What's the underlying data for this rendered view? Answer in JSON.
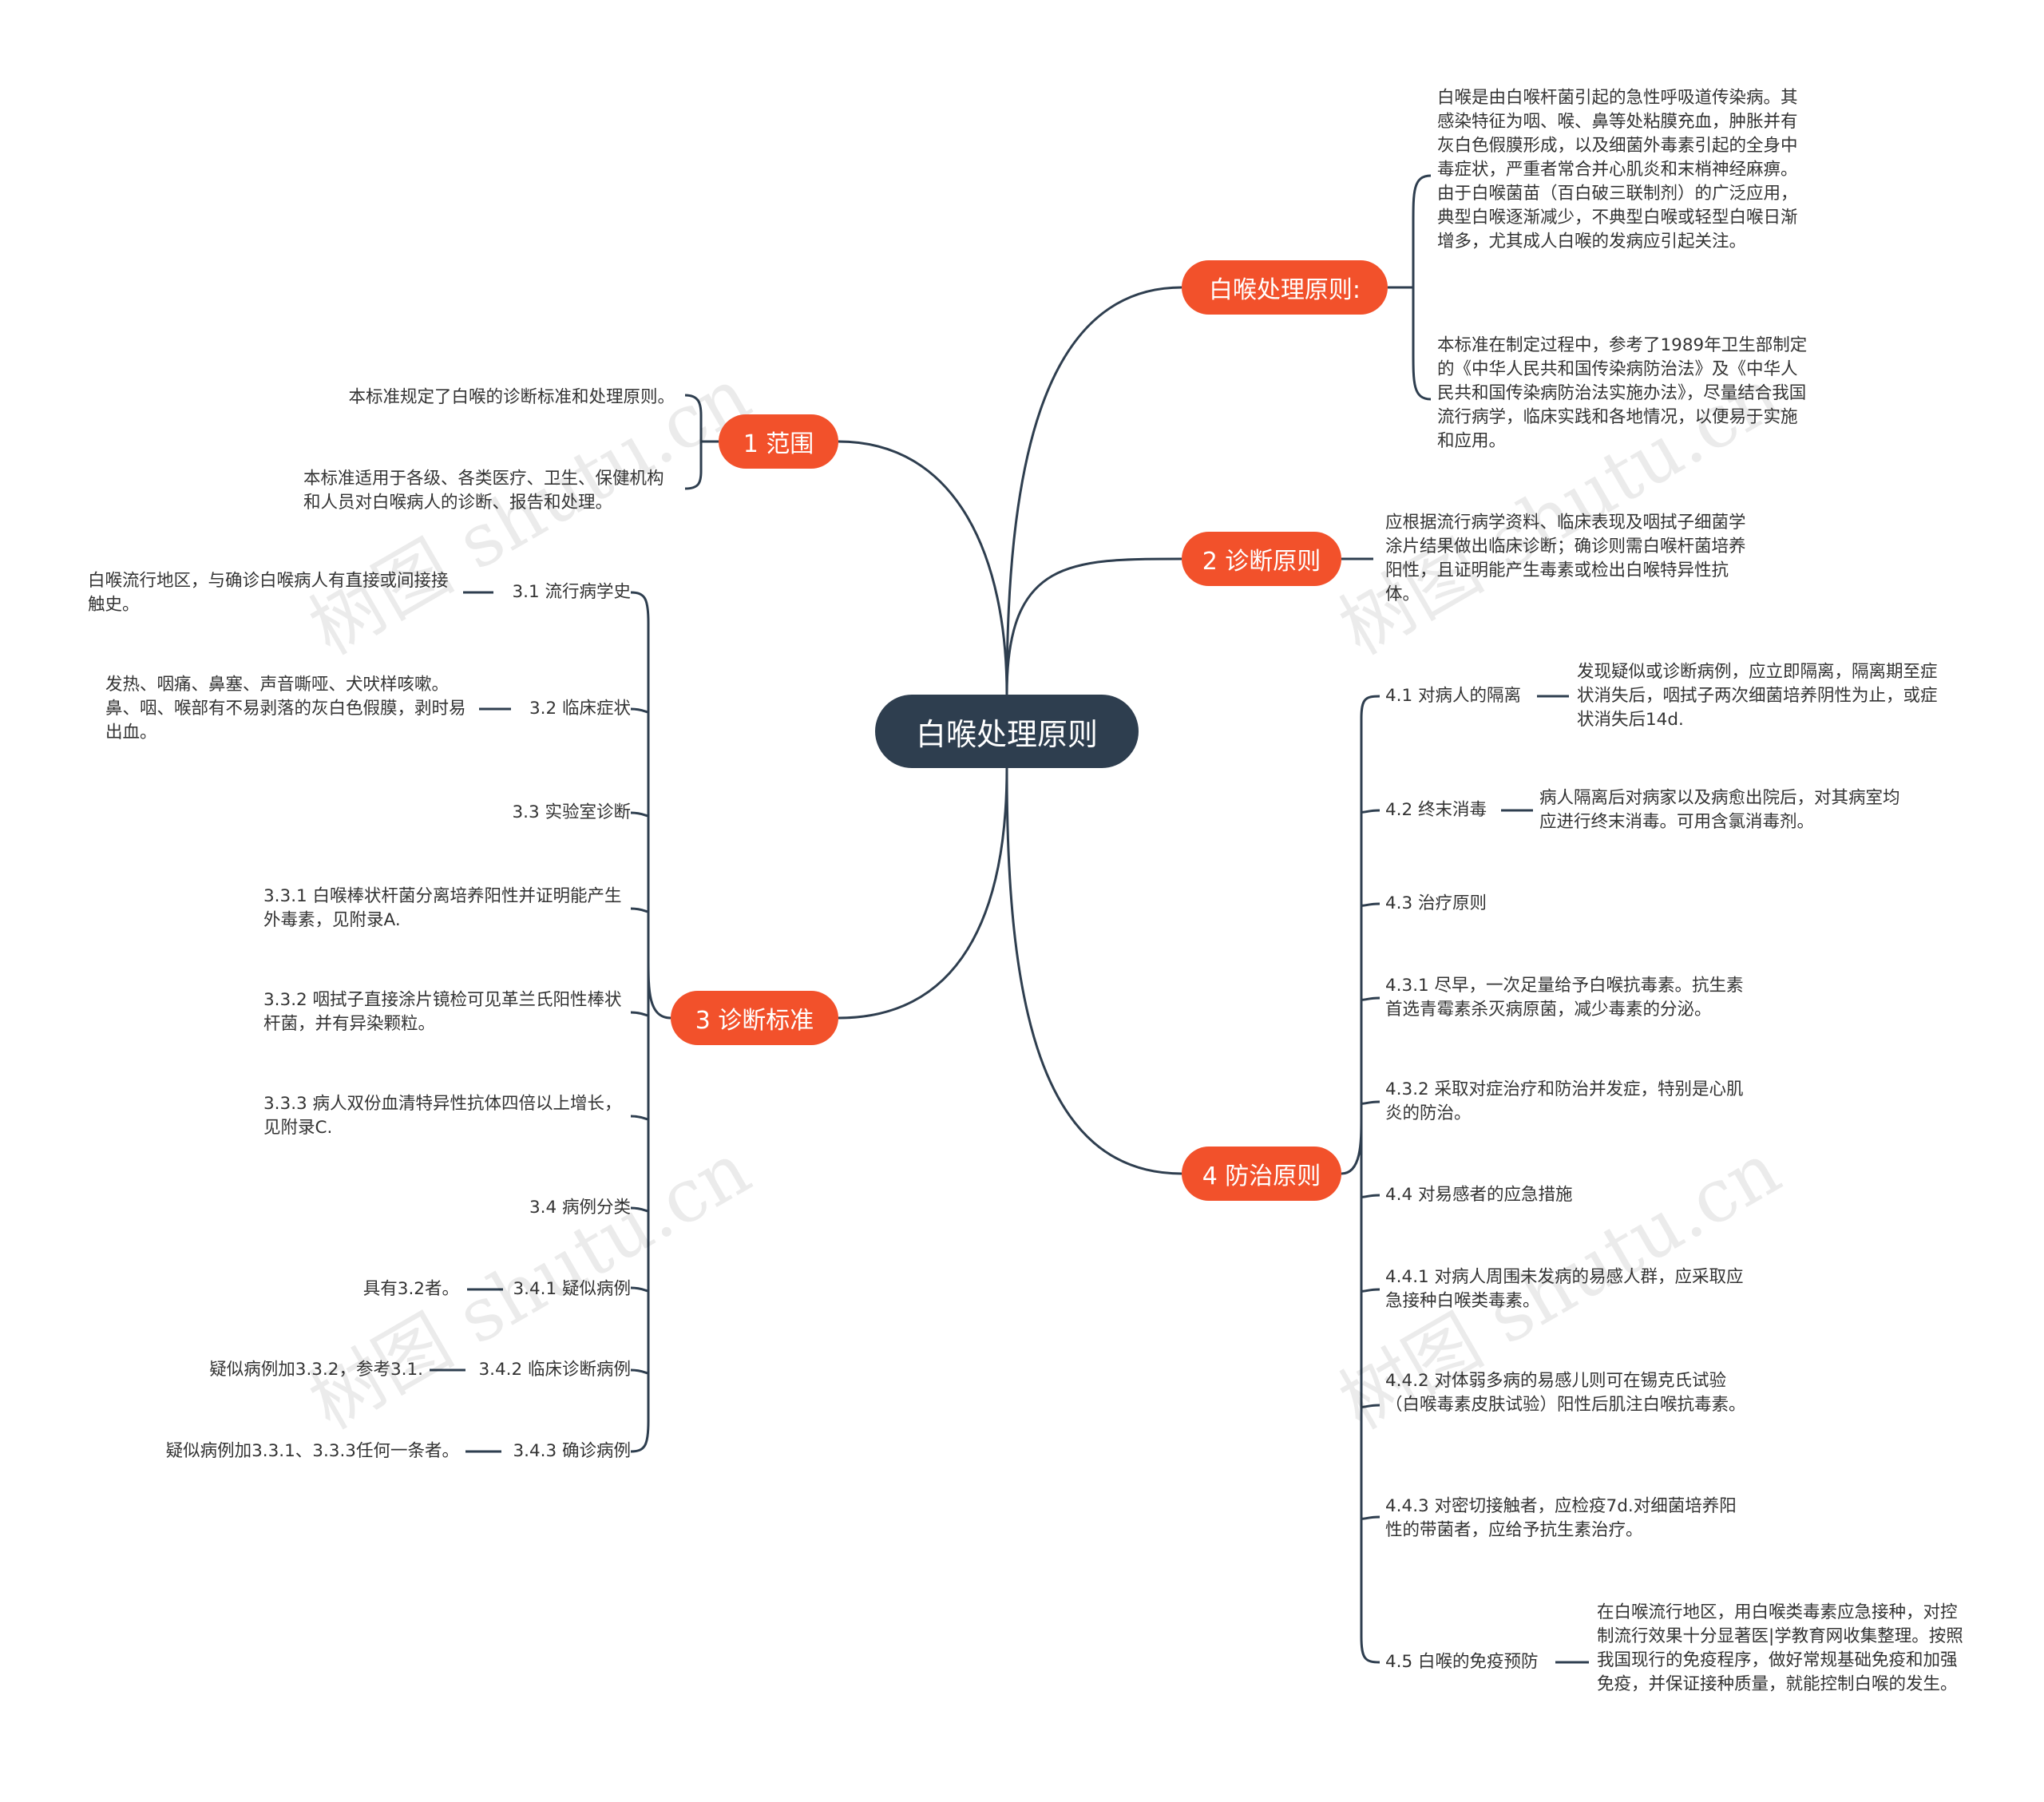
{
  "root": {
    "label": "白喉处理原则"
  },
  "branches": {
    "intro": {
      "label": "白喉处理原则:",
      "t1": "白喉是由白喉杆菌引起的急性呼吸道传染病。其感染特征为咽、喉、鼻等处粘膜充血，肿胀并有灰白色假膜形成，以及细菌外毒素引起的全身中毒症状，严重者常合并心肌炎和末梢神经麻痹。由于白喉菌苗（百白破三联制剂）的广泛应用，典型白喉逐渐减少，不典型白喉或轻型白喉日渐增多，尤其成人白喉的发病应引起关注。",
      "t2": "本标准在制定过程中，参考了1989年卫生部制定的《中华人民共和国传染病防治法》及《中华人民共和国传染病防治法实施办法》，尽量结合我国流行病学，临床实践和各地情况，以便易于实施和应用。"
    },
    "scope": {
      "label": "1 范围",
      "t1": "本标准规定了白喉的诊断标准和处理原则。",
      "t2": "本标准适用于各级、各类医疗、卫生、保健机构和人员对白喉病人的诊断、报告和处理。"
    },
    "principle": {
      "label": "2 诊断原则",
      "t1": "应根据流行病学资料、临床表现及咽拭子细菌学涂片结果做出临床诊断；确诊则需白喉杆菌培养阳性，且证明能产生毒素或检出白喉特异性抗体。"
    },
    "criteria": {
      "label": "3 诊断标准",
      "c31": "3.1 流行病学史",
      "c31d": "白喉流行地区，与确诊白喉病人有直接或间接接触史。",
      "c32": "3.2 临床症状",
      "c32d": "发热、咽痛、鼻塞、声音嘶哑、犬吠样咳嗽。鼻、咽、喉部有不易剥落的灰白色假膜，剥时易出血。",
      "c33": "3.3 实验室诊断",
      "c331": "3.3.1 白喉棒状杆菌分离培养阳性并证明能产生外毒素，见附录A.",
      "c332": "3.3.2 咽拭子直接涂片镜检可见革兰氏阳性棒状杆菌，并有异染颗粒。",
      "c333": "3.3.3 病人双份血清特异性抗体四倍以上增长，见附录C.",
      "c34": "3.4 病例分类",
      "c341": "3.4.1 疑似病例",
      "c341d": "具有3.2者。",
      "c342": "3.4.2 临床诊断病例",
      "c342d": "疑似病例加3.3.2，参考3.1.",
      "c343": "3.4.3 确诊病例",
      "c343d": "疑似病例加3.3.1、3.3.3任何一条者。"
    },
    "prevention": {
      "label": "4 防治原则",
      "p41": "4.1 对病人的隔离",
      "p41d": "发现疑似或诊断病例，应立即隔离，隔离期至症状消失后，咽拭子两次细菌培养阴性为止，或症状消失后14d.",
      "p42": "4.2 终末消毒",
      "p42d": "病人隔离后对病家以及病愈出院后，对其病室均应进行终末消毒。可用含氯消毒剂。",
      "p43": "4.3 治疗原则",
      "p431": "4.3.1 尽早，一次足量给予白喉抗毒素。抗生素首选青霉素杀灭病原菌，减少毒素的分泌。",
      "p432": "4.3.2 采取对症治疗和防治并发症，特别是心肌炎的防治。",
      "p44": "4.4 对易感者的应急措施",
      "p441": "4.4.1 对病人周围未发病的易感人群，应采取应急接种白喉类毒素。",
      "p442": "4.4.2 对体弱多病的易感儿则可在锡克氏试验（白喉毒素皮肤试验）阳性后肌注白喉抗毒素。",
      "p443": "4.4.3 对密切接触者，应检疫7d.对细菌培养阳性的带菌者，应给予抗生素治疗。",
      "p45": "4.5 白喉的免疫预防",
      "p45d": "在白喉流行地区，用白喉类毒素应急接种，对控制流行效果十分显著医|学教育网收集整理。按照我国现行的免疫程序，做好常规基础免疫和加强免疫，并保证接种质量，就能控制白喉的发生。"
    }
  },
  "watermark": "树图 shutu.cn",
  "colors": {
    "root": "#2e3e4f",
    "branch": "#f2512b",
    "line": "#2e3e4f"
  }
}
